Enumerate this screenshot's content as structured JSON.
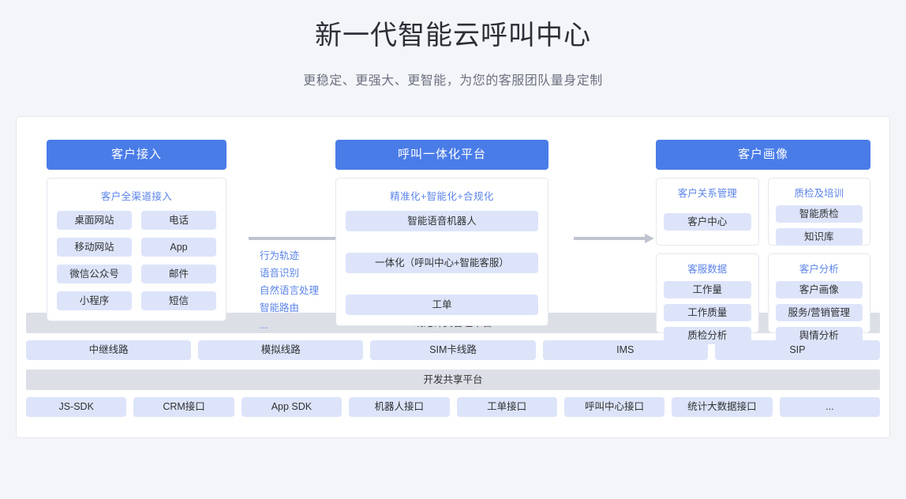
{
  "header": {
    "title": "新一代智能云呼叫中心",
    "subtitle": "更稳定、更强大、更智能，为您的客服团队量身定制"
  },
  "colors": {
    "accent": "#4a7ce8",
    "tile_fill": "#dde4fa",
    "caption_text": "#5b84e8",
    "section_bar": "#dcdfe6",
    "arrow": "#bfc4ce",
    "page_bg": "#f4f5f9",
    "card_bg": "#ffffff"
  },
  "columns": {
    "left": {
      "head": "客户接入",
      "caption": "客户全渠道接入",
      "tiles": [
        "桌面网站",
        "电话",
        "移动网站",
        "App",
        "微信公众号",
        "邮件",
        "小程序",
        "短信"
      ]
    },
    "middle": {
      "head": "呼叫一体化平台",
      "caption": "精准化+智能化+合规化",
      "tiles": [
        "智能语音机器人",
        "一体化（呼叫中心+智能客服）",
        "工单"
      ]
    },
    "right": {
      "head": "客户画像",
      "cards": [
        {
          "title": "客户关系管理",
          "items": [
            "客户中心"
          ]
        },
        {
          "title": "质检及培训",
          "items": [
            "智能质检",
            "知识库"
          ]
        },
        {
          "title": "客服数据",
          "items": [
            "工作量",
            "工作质量",
            "质检分析"
          ]
        },
        {
          "title": "客户分析",
          "items": [
            "客户画像",
            "服务/营销管理",
            "舆情分析"
          ]
        }
      ]
    }
  },
  "connectors": {
    "labels": [
      "行为轨迹",
      "语音识别",
      "自然语言处理",
      "智能路由",
      "..."
    ]
  },
  "sections": [
    {
      "title": "线路计费管理平台",
      "items": [
        "中继线路",
        "模拟线路",
        "SIM卡线路",
        "IMS",
        "SIP"
      ]
    },
    {
      "title": "开发共享平台",
      "items": [
        "JS-SDK",
        "CRM接口",
        "App SDK",
        "机器人接口",
        "工单接口",
        "呼叫中心接口",
        "统计大数据接口",
        "..."
      ]
    }
  ]
}
